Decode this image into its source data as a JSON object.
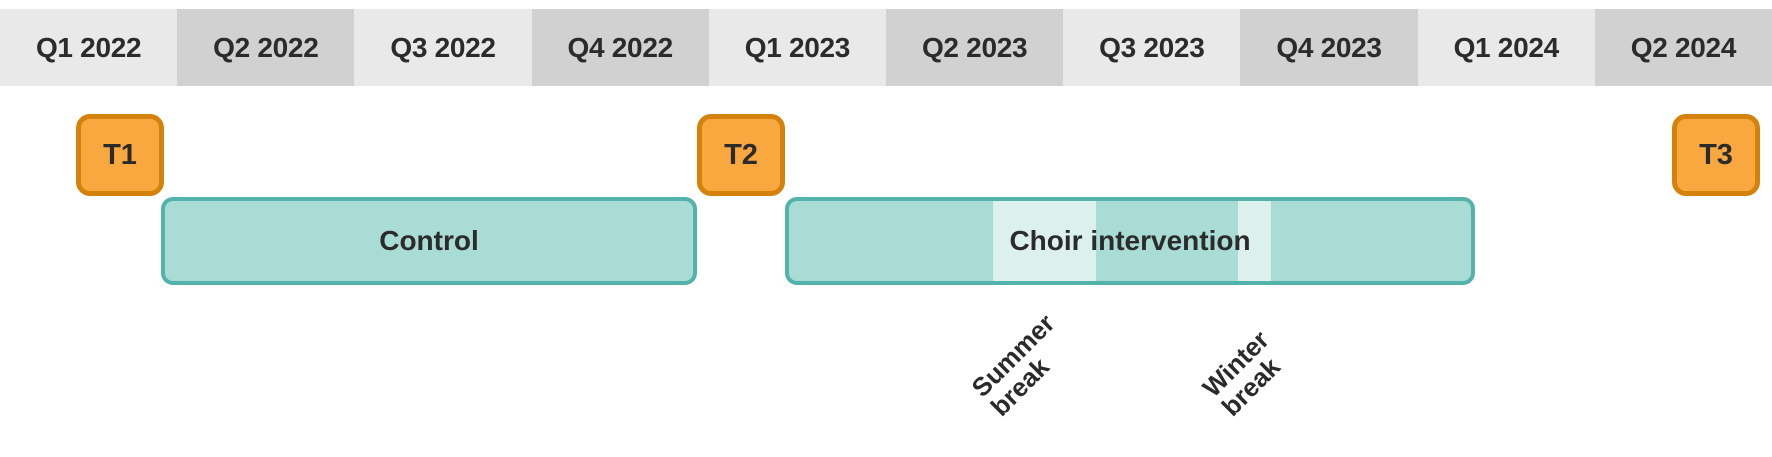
{
  "timeline": {
    "axis": {
      "name": "quarter-axis",
      "quarters": [
        {
          "label": "Q1 2022",
          "shade": "light"
        },
        {
          "label": "Q2 2022",
          "shade": "dark"
        },
        {
          "label": "Q3 2022",
          "shade": "light"
        },
        {
          "label": "Q4 2022",
          "shade": "dark"
        },
        {
          "label": "Q1 2023",
          "shade": "light"
        },
        {
          "label": "Q2 2023",
          "shade": "dark"
        },
        {
          "label": "Q3 2023",
          "shade": "light"
        },
        {
          "label": "Q4 2023",
          "shade": "dark"
        },
        {
          "label": "Q1 2024",
          "shade": "light"
        },
        {
          "label": "Q2 2024",
          "shade": "dark"
        }
      ]
    },
    "timepoints": [
      {
        "label": "T1"
      },
      {
        "label": "T2"
      },
      {
        "label": "T3"
      }
    ],
    "phases": [
      {
        "label": "Control"
      },
      {
        "label": "Choir intervention"
      }
    ],
    "breaks": [
      {
        "line1": "Summer",
        "line2": "break"
      },
      {
        "line1": "Winter",
        "line2": "break"
      }
    ]
  },
  "colors": {
    "quarter_light": "#e9e9e9",
    "quarter_dark": "#d1d1d1",
    "badge_fill": "#f9a83f",
    "badge_border": "#d4820c",
    "phase_fill": "#a8dcd4",
    "phase_border": "#53b3ab",
    "break_fill": "#dcf0ed",
    "text": "#2b2b2b"
  }
}
